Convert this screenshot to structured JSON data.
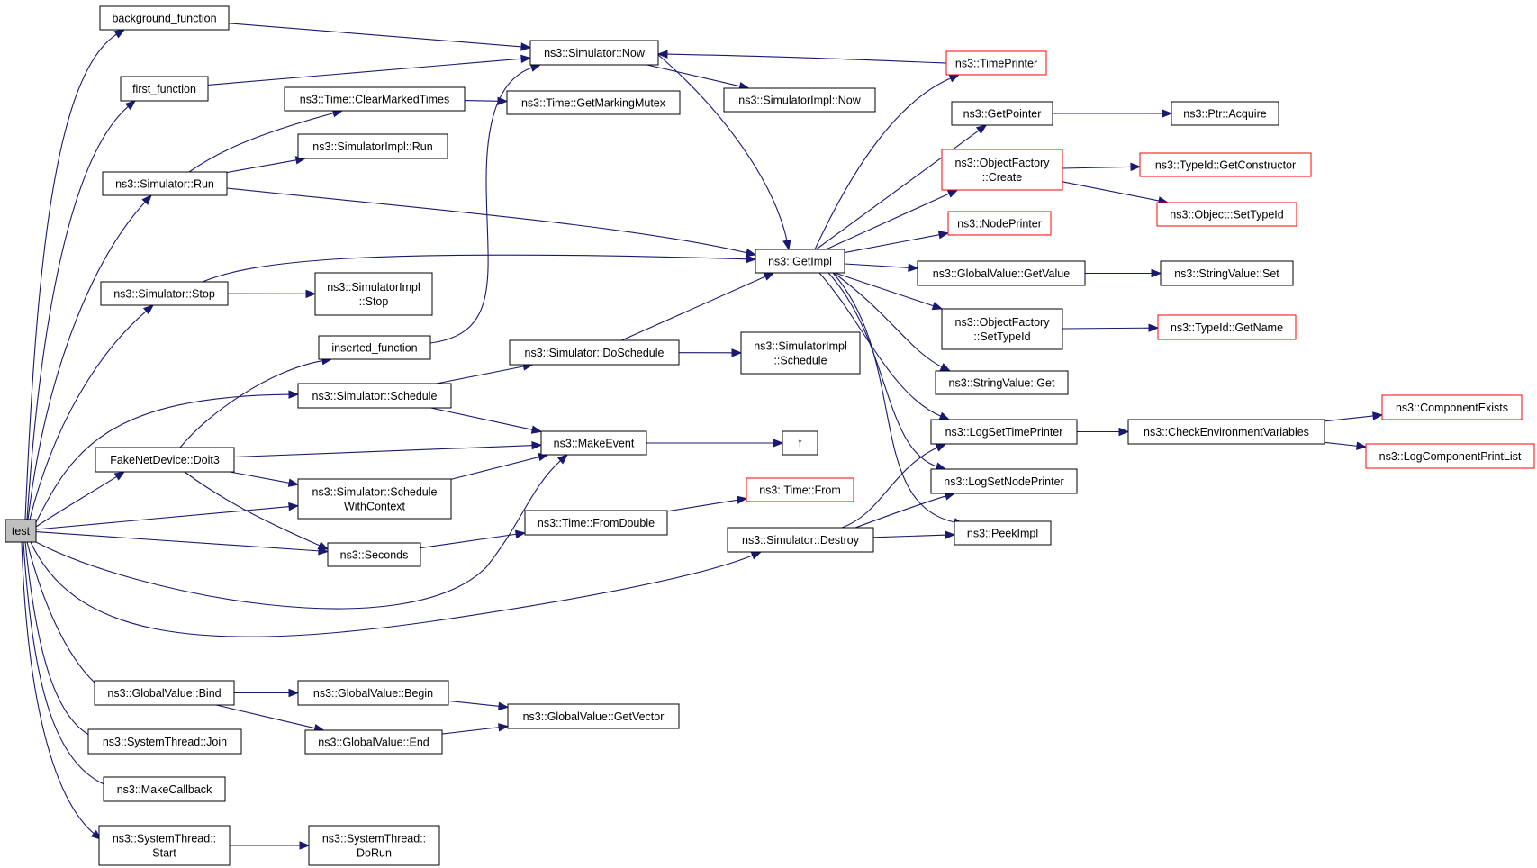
{
  "graph": {
    "nodes": [
      {
        "id": "test",
        "lines": [
          "test"
        ],
        "root": true
      },
      {
        "id": "bg",
        "lines": [
          "background_function"
        ]
      },
      {
        "id": "first",
        "lines": [
          "first_function"
        ]
      },
      {
        "id": "simrun",
        "lines": [
          "ns3::Simulator::Run"
        ]
      },
      {
        "id": "simstop",
        "lines": [
          "ns3::Simulator::Stop"
        ]
      },
      {
        "id": "fake",
        "lines": [
          "FakeNetDevice::Doit3"
        ]
      },
      {
        "id": "gvbind",
        "lines": [
          "ns3::GlobalValue::Bind"
        ]
      },
      {
        "id": "stjoin",
        "lines": [
          "ns3::SystemThread::Join"
        ]
      },
      {
        "id": "mkcb",
        "lines": [
          "ns3::MakeCallback"
        ]
      },
      {
        "id": "ststart",
        "lines": [
          "ns3::SystemThread::",
          "Start"
        ]
      },
      {
        "id": "clrmark",
        "lines": [
          "ns3::Time::ClearMarkedTimes"
        ]
      },
      {
        "id": "simimplrun",
        "lines": [
          "ns3::SimulatorImpl::Run"
        ]
      },
      {
        "id": "simimplstop",
        "lines": [
          "ns3::SimulatorImpl",
          "::Stop"
        ]
      },
      {
        "id": "inserted",
        "lines": [
          "inserted_function"
        ]
      },
      {
        "id": "simsched",
        "lines": [
          "ns3::Simulator::Schedule"
        ]
      },
      {
        "id": "simschedctx",
        "lines": [
          "ns3::Simulator::Schedule",
          "WithContext"
        ]
      },
      {
        "id": "seconds",
        "lines": [
          "ns3::Seconds"
        ]
      },
      {
        "id": "gvbegin",
        "lines": [
          "ns3::GlobalValue::Begin"
        ]
      },
      {
        "id": "gvend",
        "lines": [
          "ns3::GlobalValue::End"
        ]
      },
      {
        "id": "stdorun",
        "lines": [
          "ns3::SystemThread::",
          "DoRun"
        ]
      },
      {
        "id": "simnow",
        "lines": [
          "ns3::Simulator::Now"
        ]
      },
      {
        "id": "getmarkmutex",
        "lines": [
          "ns3::Time::GetMarkingMutex"
        ]
      },
      {
        "id": "simdosched",
        "lines": [
          "ns3::Simulator::DoSchedule"
        ]
      },
      {
        "id": "makeevent",
        "lines": [
          "ns3::MakeEvent"
        ]
      },
      {
        "id": "fromdouble",
        "lines": [
          "ns3::Time::FromDouble"
        ]
      },
      {
        "id": "gvgetvector",
        "lines": [
          "ns3::GlobalValue::GetVector"
        ]
      },
      {
        "id": "simimplnow",
        "lines": [
          "ns3::SimulatorImpl::Now"
        ]
      },
      {
        "id": "simimplsched",
        "lines": [
          "ns3::SimulatorImpl",
          "::Schedule"
        ]
      },
      {
        "id": "f",
        "lines": [
          "f"
        ]
      },
      {
        "id": "timefrom",
        "lines": [
          "ns3::Time::From"
        ],
        "ext": true
      },
      {
        "id": "simdestroy",
        "lines": [
          "ns3::Simulator::Destroy"
        ]
      },
      {
        "id": "getimpl",
        "lines": [
          "ns3::GetImpl"
        ]
      },
      {
        "id": "timeprinter",
        "lines": [
          "ns3::TimePrinter"
        ],
        "ext": true
      },
      {
        "id": "getpointer",
        "lines": [
          "ns3::GetPointer"
        ]
      },
      {
        "id": "ofcreate",
        "lines": [
          "ns3::ObjectFactory",
          "::Create"
        ],
        "ext": true
      },
      {
        "id": "nodeprinter",
        "lines": [
          "ns3::NodePrinter"
        ],
        "ext": true
      },
      {
        "id": "gvgetvalue",
        "lines": [
          "ns3::GlobalValue::GetValue"
        ]
      },
      {
        "id": "ofsettypeid",
        "lines": [
          "ns3::ObjectFactory",
          "::SetTypeId"
        ]
      },
      {
        "id": "svget",
        "lines": [
          "ns3::StringValue::Get"
        ]
      },
      {
        "id": "logsettp",
        "lines": [
          "ns3::LogSetTimePrinter"
        ]
      },
      {
        "id": "logsetnp",
        "lines": [
          "ns3::LogSetNodePrinter"
        ]
      },
      {
        "id": "peekimpl",
        "lines": [
          "ns3::PeekImpl"
        ]
      },
      {
        "id": "ptracquire",
        "lines": [
          "ns3::Ptr::Acquire"
        ]
      },
      {
        "id": "tidgetctor",
        "lines": [
          "ns3::TypeId::GetConstructor"
        ],
        "ext": true
      },
      {
        "id": "objsettypeid",
        "lines": [
          "ns3::Object::SetTypeId"
        ],
        "ext": true
      },
      {
        "id": "svset",
        "lines": [
          "ns3::StringValue::Set"
        ]
      },
      {
        "id": "tidgetname",
        "lines": [
          "ns3::TypeId::GetName"
        ],
        "ext": true
      },
      {
        "id": "checkenv",
        "lines": [
          "ns3::CheckEnvironmentVariables"
        ]
      },
      {
        "id": "compexists",
        "lines": [
          "ns3::ComponentExists"
        ],
        "ext": true
      },
      {
        "id": "logcompprint",
        "lines": [
          "ns3::LogComponentPrintList"
        ],
        "ext": true
      }
    ],
    "edges": [
      [
        "test",
        "bg"
      ],
      [
        "test",
        "first"
      ],
      [
        "test",
        "simrun"
      ],
      [
        "test",
        "simstop"
      ],
      [
        "test",
        "fake"
      ],
      [
        "test",
        "simsched"
      ],
      [
        "test",
        "simschedctx"
      ],
      [
        "test",
        "seconds"
      ],
      [
        "test",
        "makeevent"
      ],
      [
        "test",
        "simdestroy"
      ],
      [
        "test",
        "gvbind"
      ],
      [
        "test",
        "stjoin"
      ],
      [
        "test",
        "mkcb"
      ],
      [
        "test",
        "ststart"
      ],
      [
        "bg",
        "simnow"
      ],
      [
        "first",
        "simnow"
      ],
      [
        "simrun",
        "clrmark"
      ],
      [
        "simrun",
        "simimplrun"
      ],
      [
        "simrun",
        "getimpl"
      ],
      [
        "simstop",
        "getimpl"
      ],
      [
        "simstop",
        "simimplstop"
      ],
      [
        "fake",
        "inserted"
      ],
      [
        "fake",
        "makeevent"
      ],
      [
        "fake",
        "simschedctx"
      ],
      [
        "fake",
        "seconds"
      ],
      [
        "inserted",
        "simnow"
      ],
      [
        "simsched",
        "simdosched"
      ],
      [
        "simsched",
        "makeevent"
      ],
      [
        "simschedctx",
        "makeevent"
      ],
      [
        "seconds",
        "fromdouble"
      ],
      [
        "gvbind",
        "gvbegin"
      ],
      [
        "gvbind",
        "gvend"
      ],
      [
        "gvbegin",
        "gvgetvector"
      ],
      [
        "gvend",
        "gvgetvector"
      ],
      [
        "ststart",
        "stdorun"
      ],
      [
        "clrmark",
        "getmarkmutex"
      ],
      [
        "simnow",
        "simimplnow"
      ],
      [
        "simnow",
        "getimpl"
      ],
      [
        "simdosched",
        "getimpl"
      ],
      [
        "simdosched",
        "simimplsched"
      ],
      [
        "makeevent",
        "f"
      ],
      [
        "fromdouble",
        "timefrom"
      ],
      [
        "simdestroy",
        "logsettp"
      ],
      [
        "simdestroy",
        "logsetnp"
      ],
      [
        "simdestroy",
        "peekimpl"
      ],
      [
        "getimpl",
        "timeprinter"
      ],
      [
        "getimpl",
        "getpointer"
      ],
      [
        "getimpl",
        "ofcreate"
      ],
      [
        "getimpl",
        "nodeprinter"
      ],
      [
        "getimpl",
        "gvgetvalue"
      ],
      [
        "getimpl",
        "ofsettypeid"
      ],
      [
        "getimpl",
        "svget"
      ],
      [
        "getimpl",
        "logsettp"
      ],
      [
        "getimpl",
        "logsetnp"
      ],
      [
        "getimpl",
        "peekimpl"
      ],
      [
        "timeprinter",
        "simnow"
      ],
      [
        "getpointer",
        "ptracquire"
      ],
      [
        "ofcreate",
        "tidgetctor"
      ],
      [
        "ofcreate",
        "objsettypeid"
      ],
      [
        "gvgetvalue",
        "svset"
      ],
      [
        "ofsettypeid",
        "tidgetname"
      ],
      [
        "logsettp",
        "checkenv"
      ],
      [
        "checkenv",
        "compexists"
      ],
      [
        "checkenv",
        "logcompprint"
      ]
    ]
  }
}
